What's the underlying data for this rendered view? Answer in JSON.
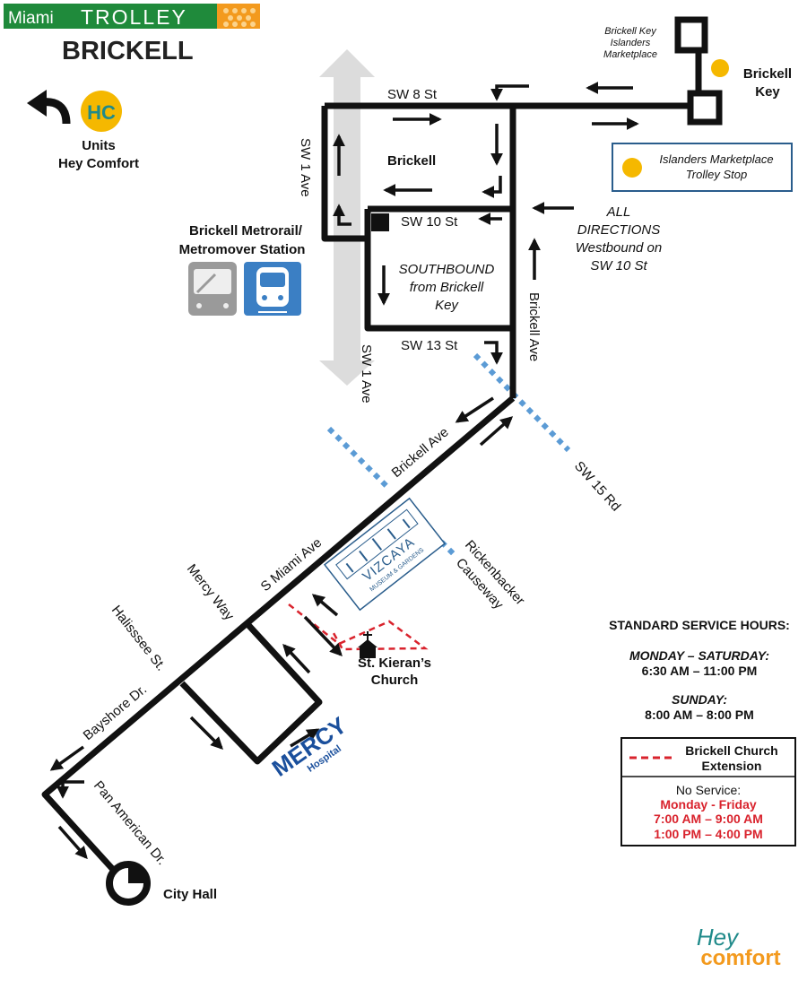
{
  "header": {
    "logo_word_1": "Miami",
    "logo_word_2": "TROLLEY",
    "route_name": "BRICKELL"
  },
  "connection": {
    "badge": "HC",
    "line1": "Units",
    "line2": "Hey Comfort"
  },
  "streets": {
    "sw8": "SW 8 St",
    "sw10": "SW 10 St",
    "sw13": "SW 13 St",
    "sw1_top": "SW 1 Ave",
    "sw1_bottom": "SW 1 Ave",
    "brickell_ave_vertical": "Brickell Ave",
    "brickell_ave_diag": "Brickell Ave",
    "sw15": "SW 15 Rd",
    "s_miami": "S Miami Ave",
    "mercy_way": "Mercy Way",
    "halissee": "Halisssee St.",
    "bayshore": "Bayshore Dr.",
    "pan_american": "Pan American Dr.",
    "rickenbacker_1": "Rickenbacker",
    "rickenbacker_2": "Causeway"
  },
  "areas": {
    "brickell": "Brickell",
    "southbound_1": "SOUTHBOUND",
    "southbound_2": "from Brickell",
    "southbound_3": "Key",
    "all_dir_1": "ALL",
    "all_dir_2": "DIRECTIONS",
    "all_dir_3": "Westbound on",
    "all_dir_4": "SW 10 St"
  },
  "stations": {
    "metrorail_1": "Brickell Metrorail/",
    "metrorail_2": "Metromover Station",
    "key_market_1": "Brickell Key",
    "key_market_2": "Islanders",
    "key_market_3": "Marketplace",
    "brickell_key_1": "Brickell",
    "brickell_key_2": "Key",
    "city_hall": "City Hall",
    "church_1": "St. Kieran’s",
    "church_2": "Church"
  },
  "stop_legend": {
    "line1": "Islanders Marketplace",
    "line2": "Trolley Stop"
  },
  "landmarks": {
    "vizcaya_1": "VIZCAYA",
    "vizcaya_2": "MUSEUM & GARDENS",
    "mercy_1": "MERCY",
    "mercy_2": "Hospital"
  },
  "hours": {
    "title": "STANDARD SERVICE HOURS:",
    "weekday_label": "MONDAY – SATURDAY:",
    "weekday_time": "6:30 AM – 11:00 PM",
    "sunday_label": "SUNDAY:",
    "sunday_time": "8:00 AM – 8:00 PM"
  },
  "extension": {
    "title_1": "Brickell Church",
    "title_2": "Extension",
    "no_service": "No Service:",
    "days": "Monday - Friday",
    "time_1": "7:00 AM – 9:00 AM",
    "time_2": "1:00 PM – 4:00 PM"
  },
  "footer_logo": {
    "line1": "Hey",
    "line2": "comfort"
  },
  "colors": {
    "route": "#111111",
    "logo_green": "#1f8a3b",
    "logo_orange": "#f39a1e",
    "stop_yellow": "#f5b800",
    "crossing_blue": "#5b9bd5",
    "extension_red": "#d9232d",
    "mercy_blue": "#1a4f9c"
  }
}
